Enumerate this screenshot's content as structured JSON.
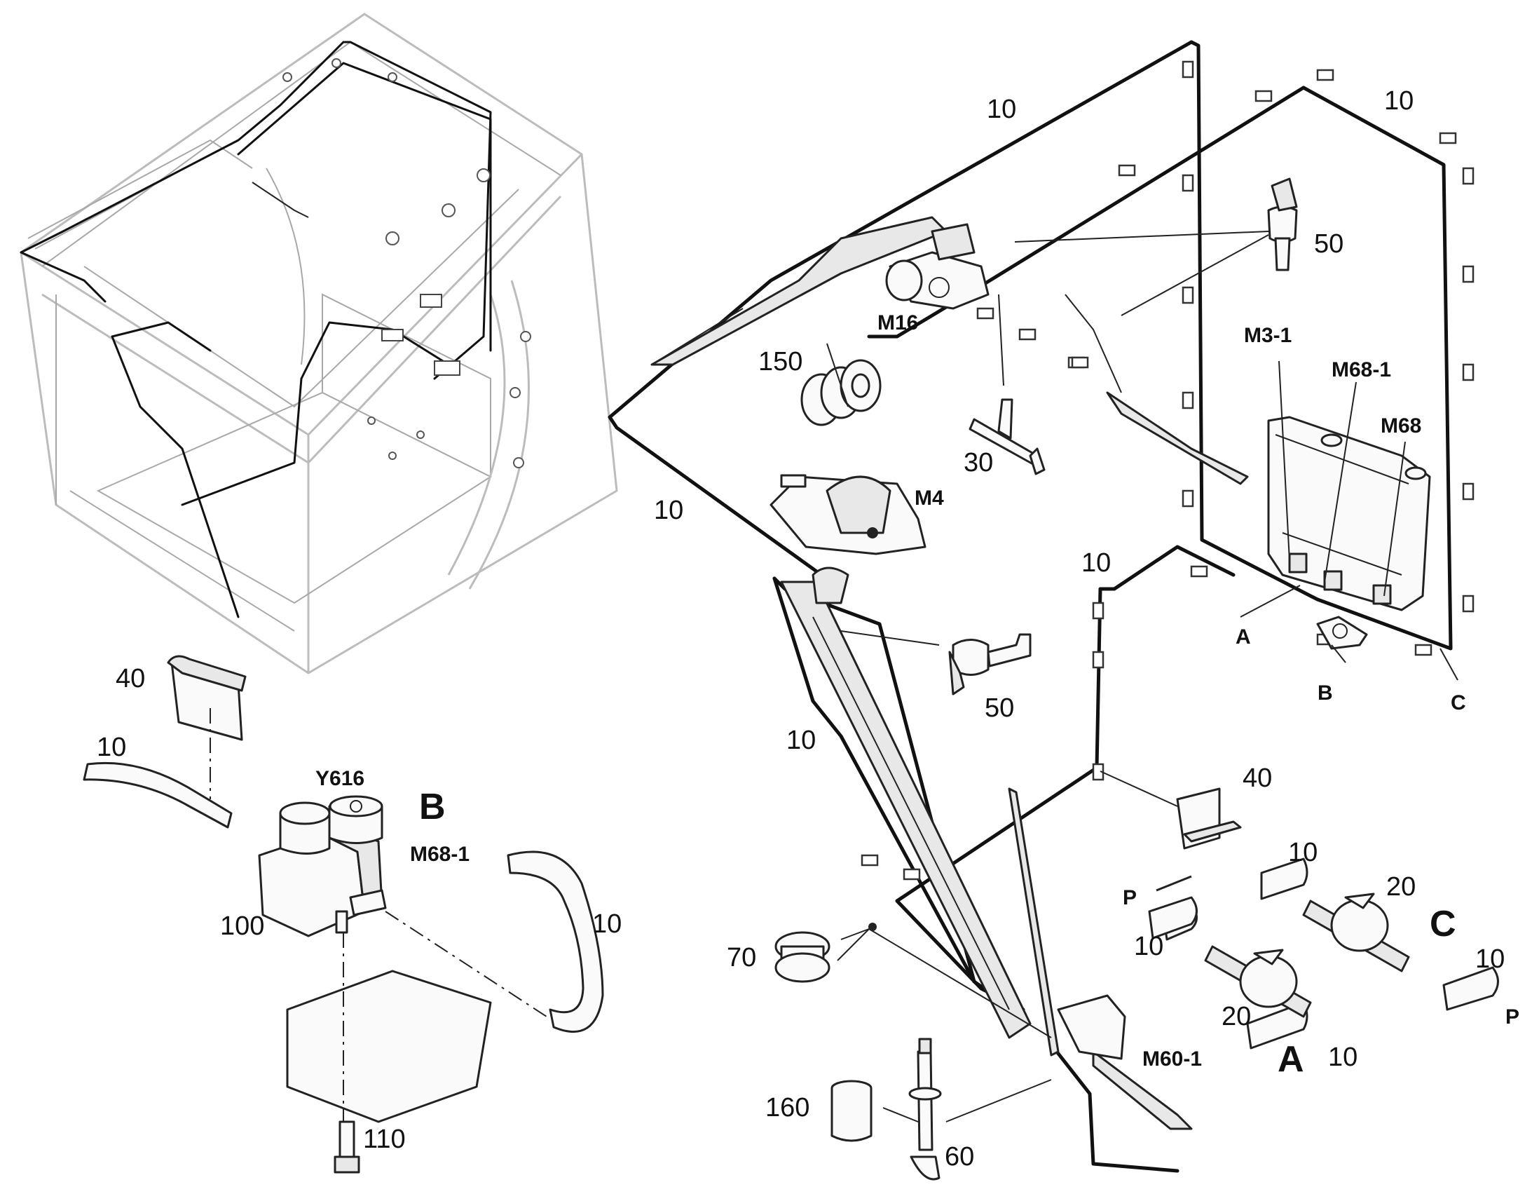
{
  "callouts": {
    "n10_top_left": "10",
    "n10_top_right": "10",
    "n10_left_mid": "10",
    "n10_right_mid": "10",
    "n10_lower_mid": "10",
    "n10_valve_left": "10",
    "n10_valve_right": "10",
    "n10_conn_p_a": "10",
    "n10_conn_top_c": "10",
    "n10_conn_right_c": "10",
    "n10_conn_bottom_a": "10",
    "n20_a": "20",
    "n20_c": "20",
    "n30": "30",
    "n40_left": "40",
    "n40_right": "40",
    "n50_top": "50",
    "n50_mid": "50",
    "n60": "60",
    "n70": "70",
    "n100": "100",
    "n110": "110",
    "n150": "150",
    "n160": "160"
  },
  "codes": {
    "m16": "M16",
    "m4": "M4",
    "m3_1": "M3-1",
    "m68_1_top": "M68-1",
    "m68": "M68",
    "m60_1": "M60-1",
    "y616": "Y616",
    "m68_1_valve": "M68-1"
  },
  "markers": {
    "a_point": "A",
    "b_point": "B",
    "c_point": "C",
    "p_left": "P",
    "p_right": "P"
  },
  "detail_titles": {
    "detail_b": "B",
    "detail_a": "A",
    "detail_c": "C"
  }
}
